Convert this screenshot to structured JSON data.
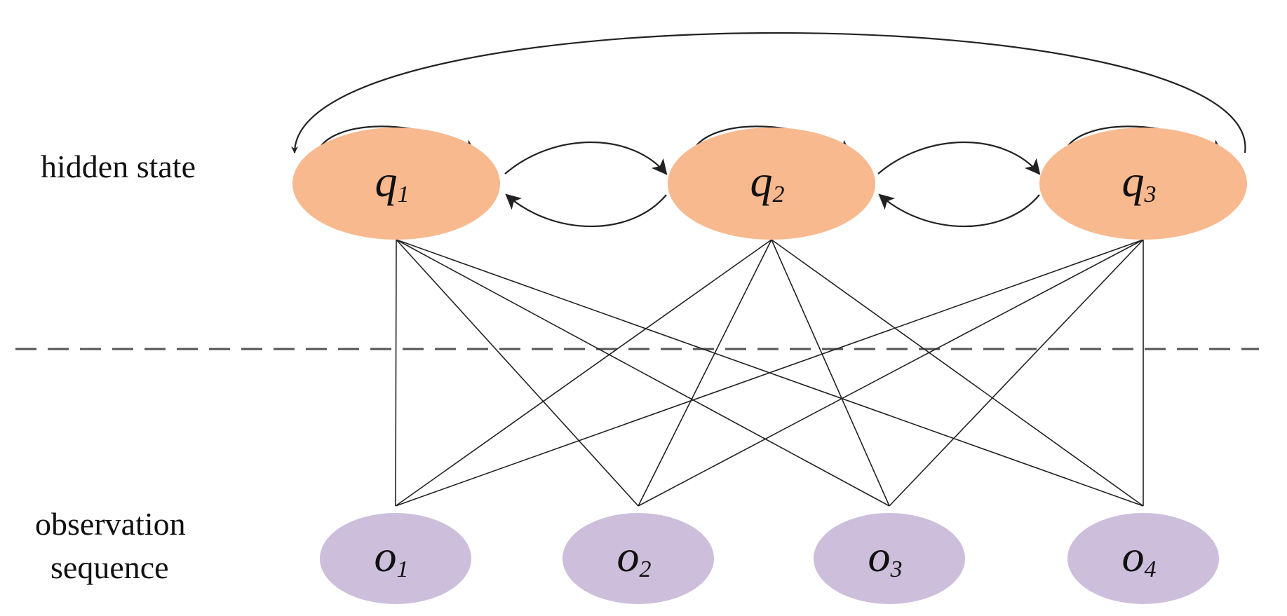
{
  "labels": {
    "hidden": "hidden state",
    "obs_line1": "observation",
    "obs_line2": "sequence"
  },
  "hidden_states": [
    {
      "id": "q1",
      "symbol": "q",
      "index": "1"
    },
    {
      "id": "q2",
      "symbol": "q",
      "index": "2"
    },
    {
      "id": "q3",
      "symbol": "q",
      "index": "3"
    }
  ],
  "observations": [
    {
      "id": "o1",
      "symbol": "o",
      "index": "1"
    },
    {
      "id": "o2",
      "symbol": "o",
      "index": "2"
    },
    {
      "id": "o3",
      "symbol": "o",
      "index": "3"
    },
    {
      "id": "o4",
      "symbol": "o",
      "index": "4"
    }
  ],
  "transitions": [
    {
      "from": "q1",
      "to": "q1"
    },
    {
      "from": "q2",
      "to": "q2"
    },
    {
      "from": "q3",
      "to": "q3"
    },
    {
      "from": "q1",
      "to": "q2"
    },
    {
      "from": "q2",
      "to": "q1"
    },
    {
      "from": "q2",
      "to": "q3"
    },
    {
      "from": "q3",
      "to": "q2"
    },
    {
      "from": "q3",
      "to": "q1"
    }
  ],
  "emissions": "all-to-all",
  "colors": {
    "hidden_fill": "#f8b98f",
    "obs_fill": "#cdbfdb",
    "line": "#222222",
    "divider": "#555555"
  }
}
